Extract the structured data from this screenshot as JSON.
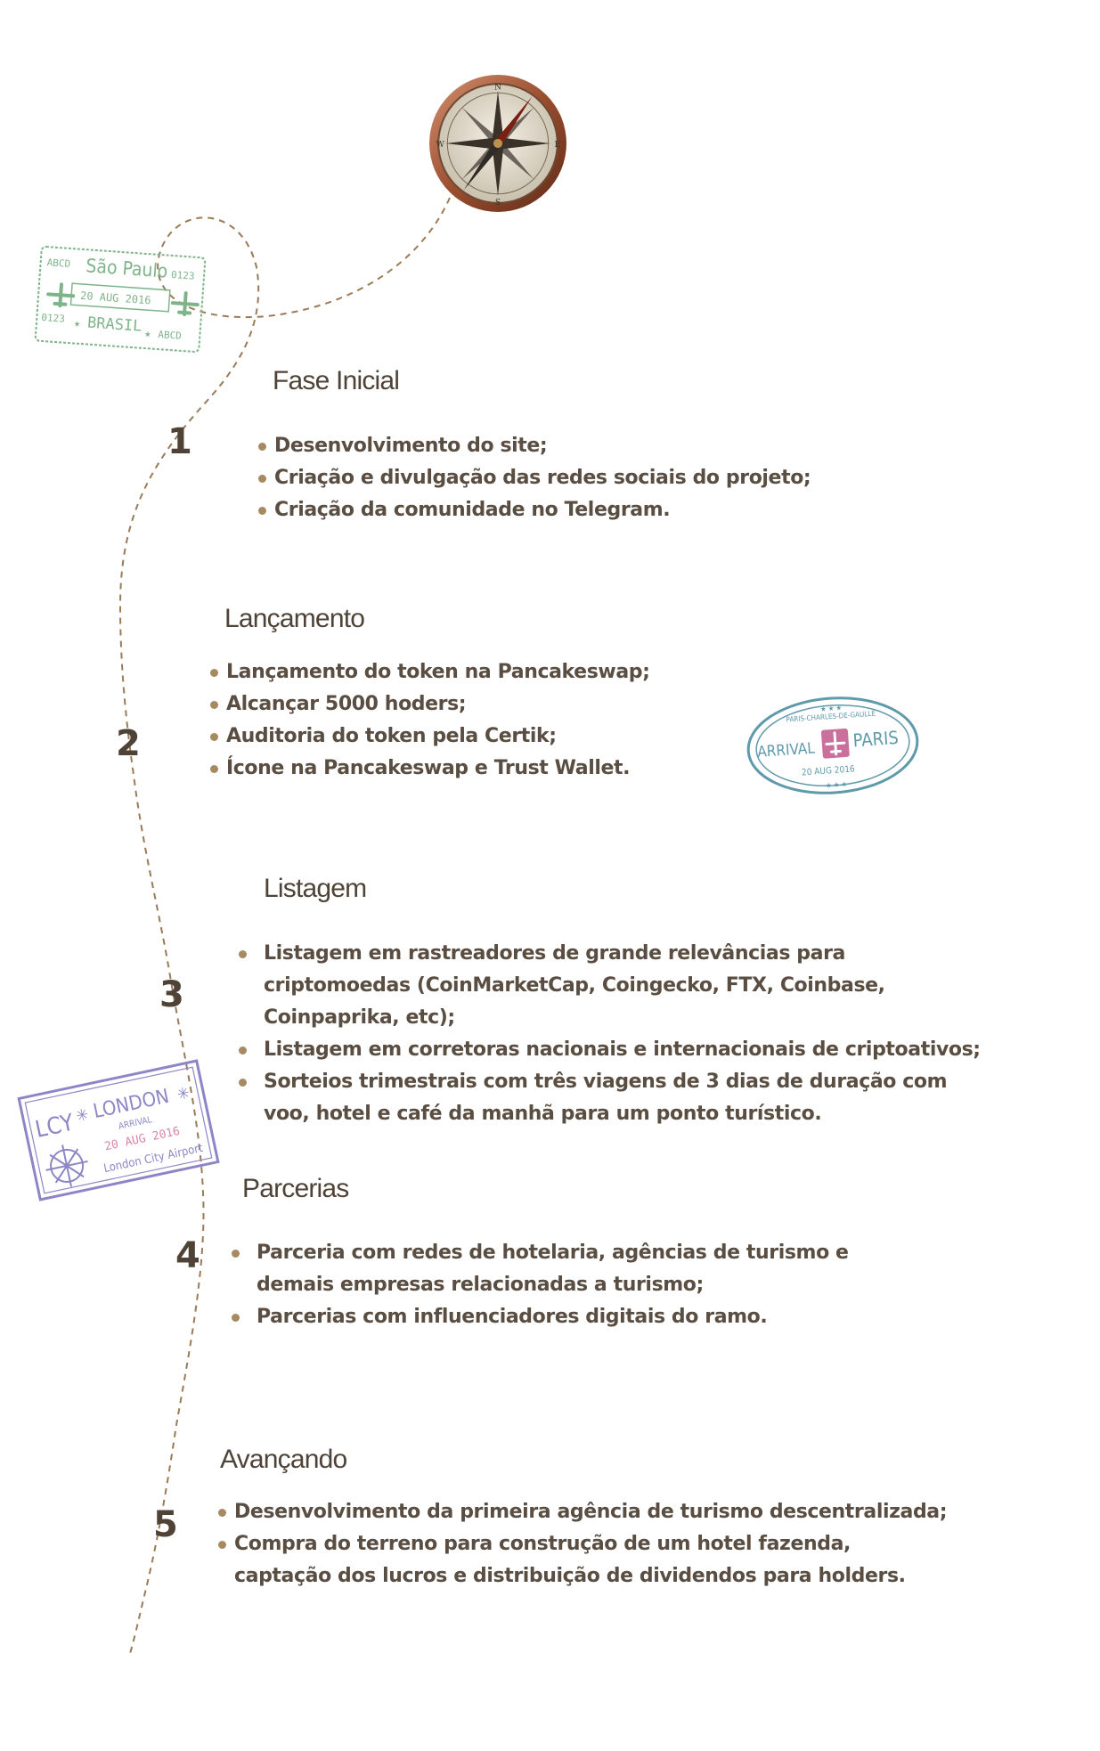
{
  "stamps": {
    "sao_paulo": {
      "top_left": "ABCD",
      "city": "São Paulo",
      "top_right": "0123",
      "date": "20 AUG 2016",
      "bottom_left": "0123",
      "country": "BRASIL",
      "bottom_right": "ABCD",
      "color": "#7fb48a"
    },
    "paris": {
      "ring": "PARIS-CHARLES-DE-GAULLE",
      "arrival": "ARRIVAL",
      "city": "PARIS",
      "date": "20 AUG 2016",
      "color": "#5f9aab",
      "accent": "#c9719c"
    },
    "london": {
      "code": "LCY",
      "city": "LONDON",
      "arrival": "ARRIVAL",
      "date": "20 AUG 2016",
      "airport": "London City Airport",
      "color": "#8c86c6",
      "accent": "#d985a8"
    }
  },
  "compass": {
    "n": "N",
    "s": "S",
    "e": "E",
    "w": "W"
  },
  "phases": [
    {
      "number": "1",
      "title": "Fase Inicial",
      "items": [
        "Desenvolvimento do site;",
        "Criação e divulgação das redes sociais do projeto;",
        "Criação da comunidade no Telegram."
      ]
    },
    {
      "number": "2",
      "title": "Lançamento",
      "items": [
        "Lançamento do token na Pancakeswap;",
        "Alcançar 5000 hoders;",
        "Auditoria do token pela Certik;",
        "Ícone na Pancakeswap e Trust Wallet."
      ]
    },
    {
      "number": "3",
      "title": "Listagem",
      "items": [
        "Listagem em rastreadores de grande relevâncias para criptomoedas (CoinMarketCap, Coingecko, FTX, Coinbase, Coinpaprika, etc);",
        "Listagem em corretoras nacionais e internacionais de criptoativos;",
        "Sorteios trimestrais com três viagens de 3 dias de duração com voo, hotel e café da manhã para um ponto turístico."
      ]
    },
    {
      "number": "4",
      "title": "Parcerias",
      "items": [
        "Parceria com redes de hotelaria, agências de turismo e demais empresas relacionadas a turismo;",
        "Parcerias com influenciadores digitais do ramo."
      ]
    },
    {
      "number": "5",
      "title": "Avançando",
      "items": [
        "Desenvolvimento da primeira agência de turismo descentralizada;",
        "Compra do terreno para construção de um hotel fazenda, captação dos lucros e distribuição de dividendos para holders."
      ]
    }
  ],
  "colors": {
    "text": "#5a4e42",
    "bullet": "#a58a62",
    "path": "#9a7b58"
  }
}
